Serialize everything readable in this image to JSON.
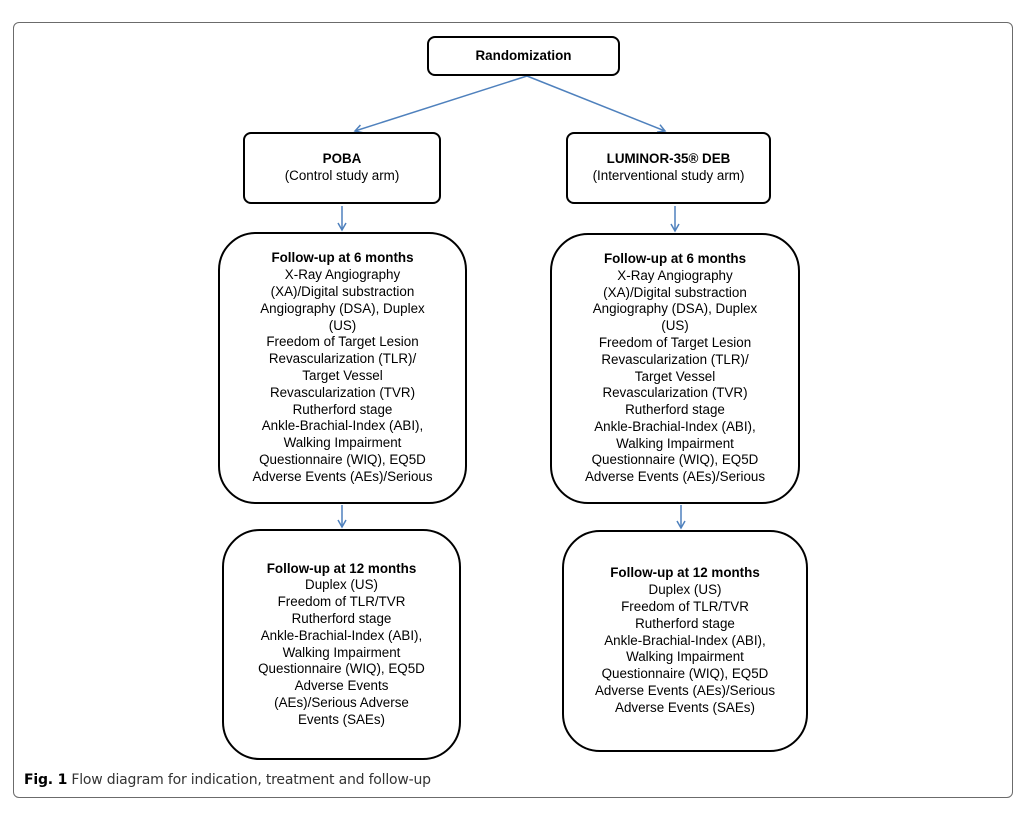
{
  "randomization": {
    "title": "Randomization"
  },
  "arms": [
    {
      "name": "POBA",
      "subtitle": "(Control study arm)",
      "fu6": {
        "title": "Follow-up at 6 months",
        "lines": [
          "X-Ray Angiography",
          "(XA)/Digital substraction",
          "Angiography (DSA), Duplex",
          "(US)",
          "Freedom of Target Lesion",
          "Revascularization (TLR)/",
          "Target Vessel",
          "Revascularization (TVR)",
          "Rutherford stage",
          "Ankle-Brachial-Index (ABI),",
          "Walking Impairment",
          "Questionnaire (WIQ), EQ5D",
          "Adverse Events (AEs)/Serious"
        ]
      },
      "fu12": {
        "title": "Follow-up at 12 months",
        "lines": [
          "Duplex (US)",
          "Freedom of TLR/TVR",
          "Rutherford stage",
          "Ankle-Brachial-Index (ABI),",
          "Walking Impairment",
          "Questionnaire (WIQ), EQ5D",
          "Adverse Events",
          "(AEs)/Serious Adverse",
          "Events (SAEs)"
        ]
      }
    },
    {
      "name": "LUMINOR-35® DEB",
      "subtitle": "(Interventional study arm)",
      "fu6": {
        "title": "Follow-up at 6 months",
        "lines": [
          "X-Ray Angiography",
          "(XA)/Digital substraction",
          "Angiography (DSA), Duplex",
          "(US)",
          "Freedom of Target Lesion",
          "Revascularization (TLR)/",
          "Target Vessel",
          "Revascularization (TVR)",
          "Rutherford stage",
          "Ankle-Brachial-Index (ABI),",
          "Walking Impairment",
          "Questionnaire (WIQ), EQ5D",
          "Adverse Events (AEs)/Serious"
        ]
      },
      "fu12": {
        "title": "Follow-up at 12 months",
        "lines": [
          "Duplex (US)",
          "Freedom of TLR/TVR",
          "Rutherford stage",
          "Ankle-Brachial-Index (ABI),",
          "Walking Impairment",
          "Questionnaire (WIQ), EQ5D",
          "Adverse Events (AEs)/Serious",
          "Adverse Events (SAEs)"
        ]
      }
    }
  ],
  "caption": {
    "label": "Fig. 1",
    "text": "Flow diagram for indication, treatment and follow-up"
  },
  "colors": {
    "arrow": "#4f81bd",
    "border": "#000000"
  }
}
